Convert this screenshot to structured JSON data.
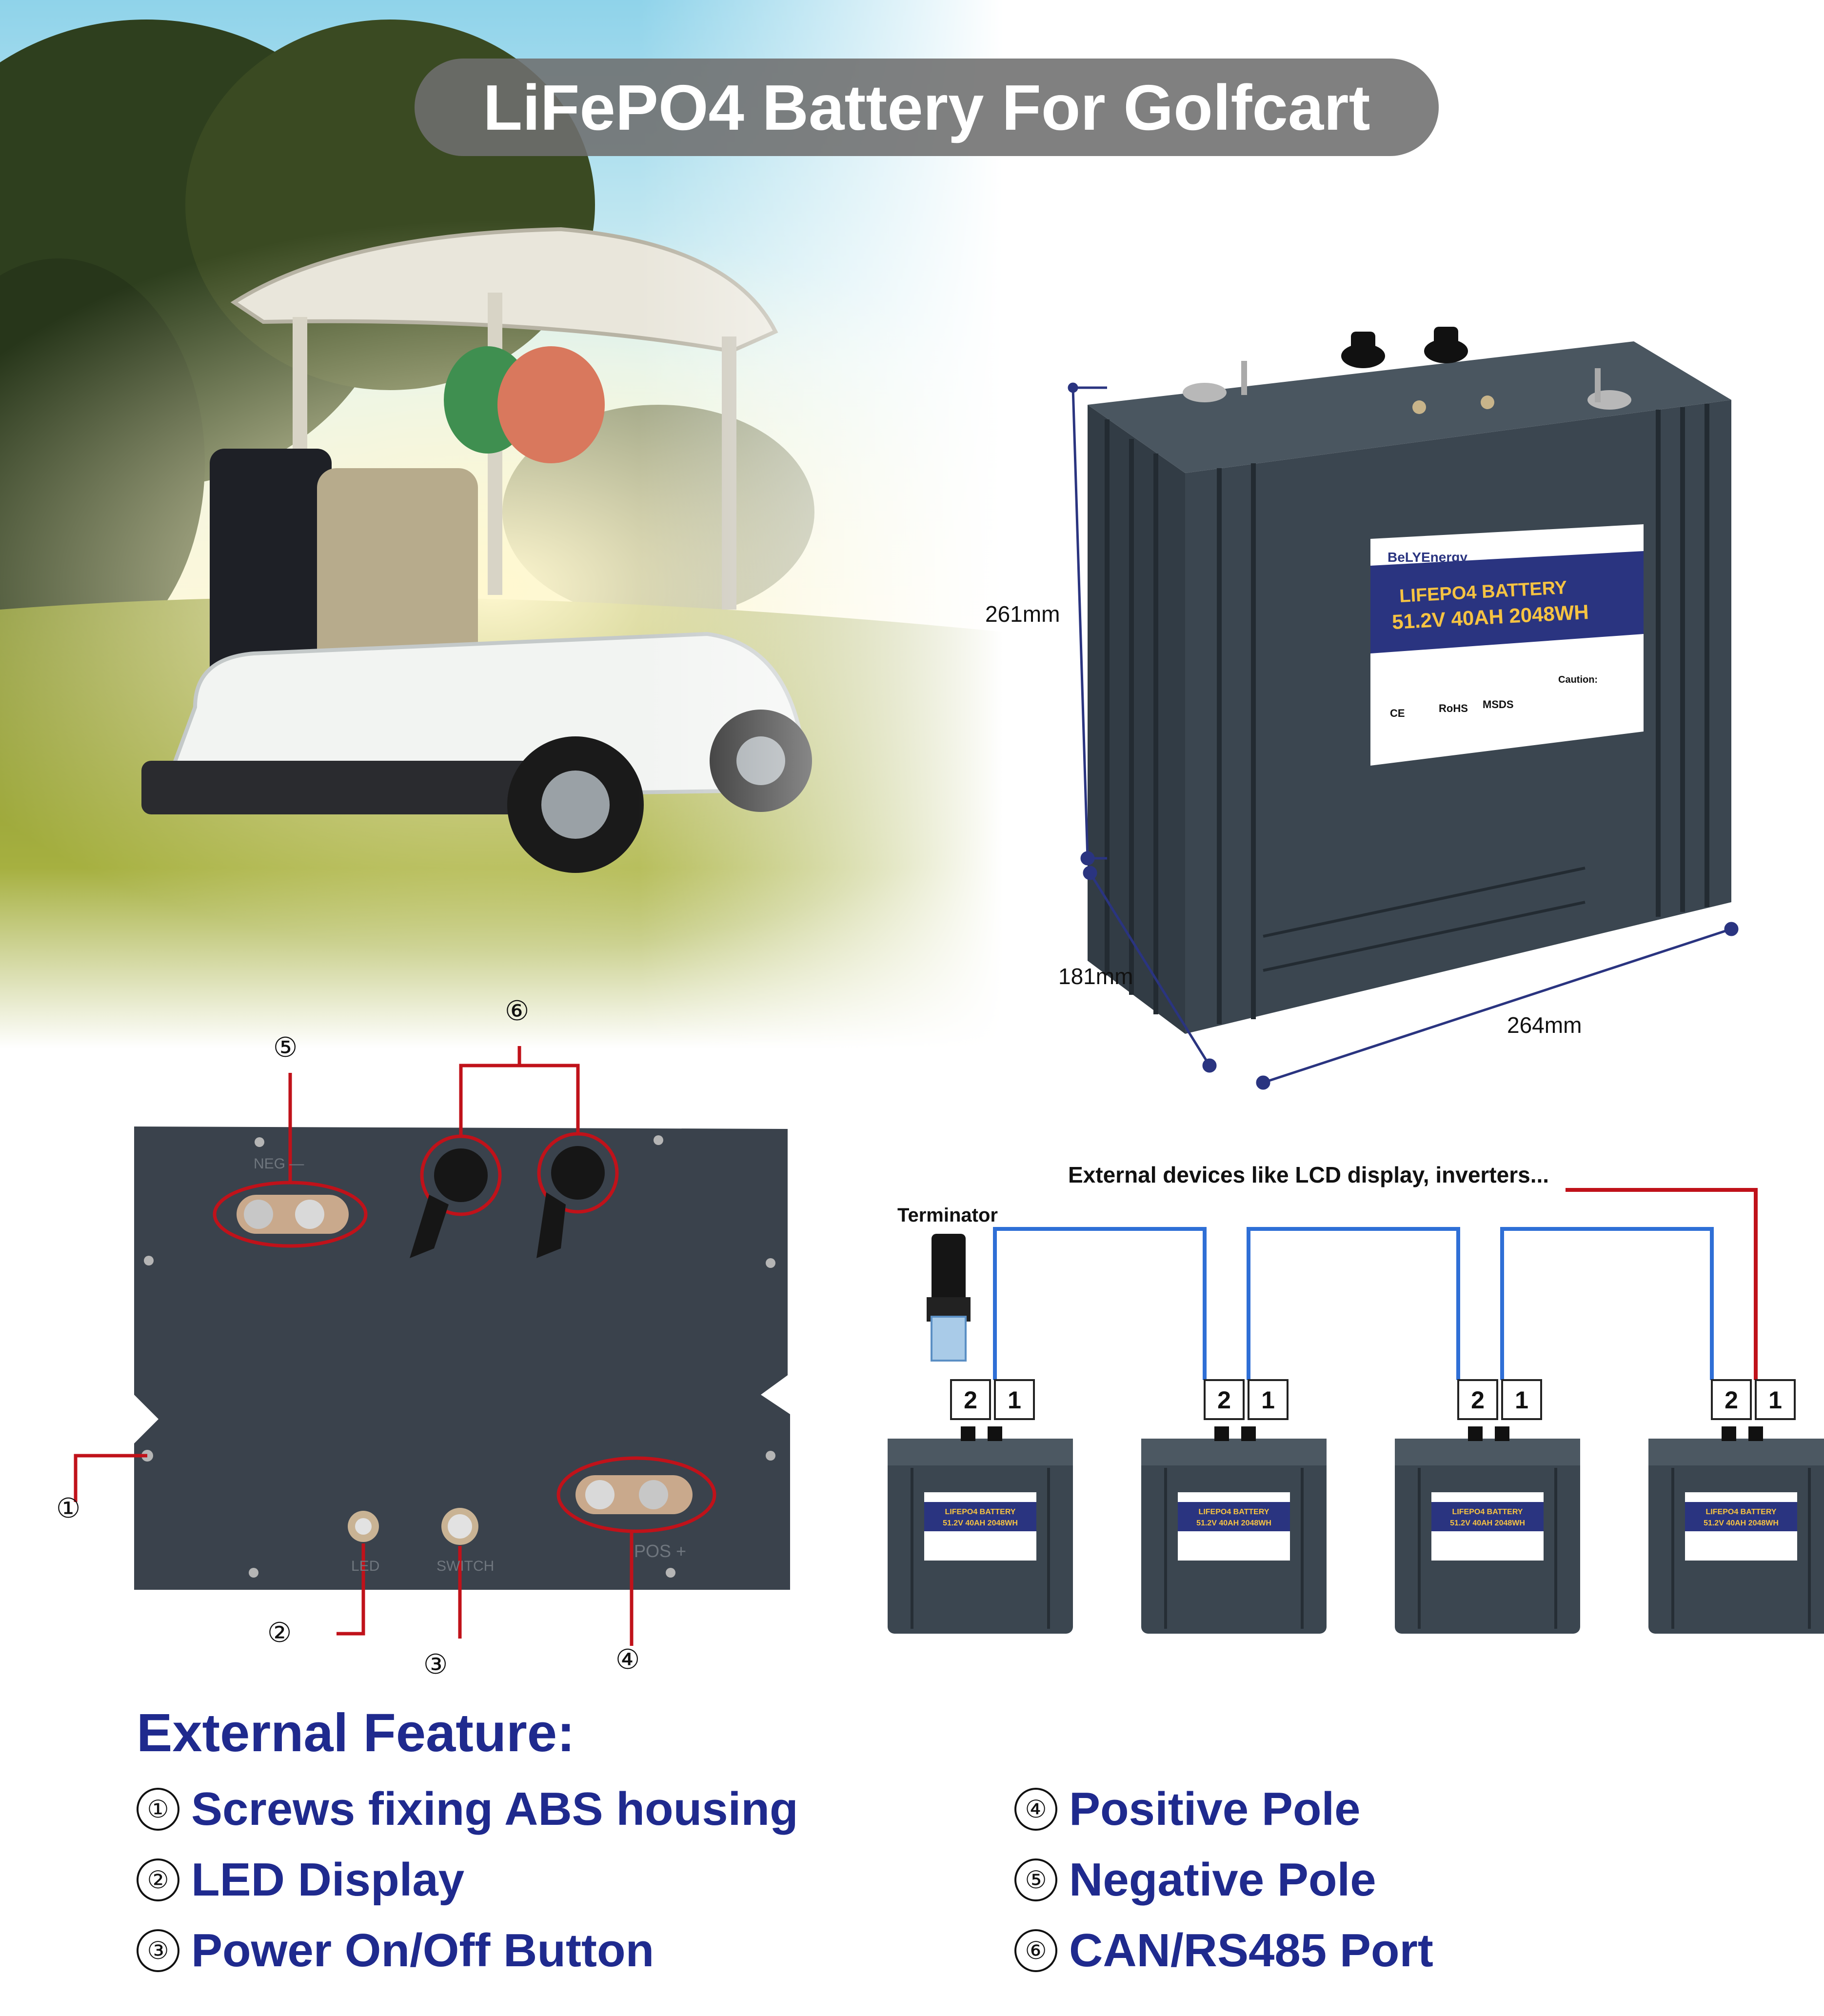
{
  "title": "LiFePO4 Battery For Golfcart",
  "dimensions": {
    "height": "261mm",
    "depth": "181mm",
    "width": "264mm"
  },
  "battery_label": {
    "brand": "BeLYEnergy",
    "line1": "LIFEPO4 BATTERY",
    "line2": "51.2V 40AH 2048WH",
    "caution": "Caution:",
    "marks": [
      "CE",
      "RoHS",
      "MSDS"
    ]
  },
  "callouts": [
    "①",
    "②",
    "③",
    "④",
    "⑤",
    "⑥"
  ],
  "top_view_labels": {
    "neg": "NEG —",
    "led": "LED",
    "switch": "SWITCH",
    "pos": "POS +"
  },
  "network": {
    "external_devices": "External devices like LCD display, inverters...",
    "terminator": "Terminator",
    "port_numbers": [
      "2",
      "1"
    ],
    "mini_label_line1": "LIFEPO4 BATTERY",
    "mini_label_line2": "51.2V 40AH 2048WH",
    "batteries": 4
  },
  "features": {
    "heading": "External Feature:",
    "items": [
      {
        "num": "①",
        "text": "Screws fixing ABS housing"
      },
      {
        "num": "②",
        "text": "LED Display"
      },
      {
        "num": "③",
        "text": "Power On/Off Button"
      },
      {
        "num": "④",
        "text": "Positive Pole"
      },
      {
        "num": "⑤",
        "text": "Negative Pole"
      },
      {
        "num": "⑥",
        "text": "CAN/RS485 Port"
      }
    ]
  },
  "colors": {
    "heading_blue": "#1f2a8e",
    "callout_red": "#c0121a",
    "network_blue": "#2f6fd6",
    "battery_body": "#3b4650"
  }
}
